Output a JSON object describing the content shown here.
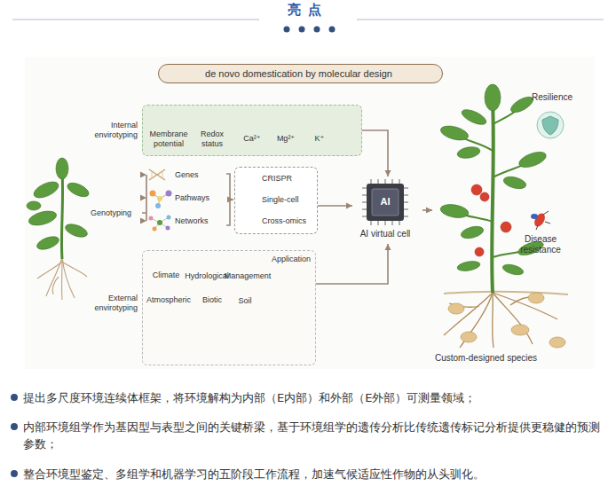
{
  "diagram": {
    "title": "亮点",
    "nodes": [
      {
        "text": [
          "de novo domestication by molecular design"
        ]
      },
      {
        "text": [
          "Internal envirotyping",
          "Membrane potential",
          "Redox status",
          "Ca²⁺",
          "Mg²⁺",
          "K⁺"
        ]
      },
      {
        "text": [
          "Genotyping"
        ]
      },
      {
        "text": [
          "Genes",
          "Pathways",
          "Networks"
        ]
      },
      {
        "text": [
          "CRISPR",
          "Single-cell",
          "Cross-omics"
        ]
      },
      {
        "text": [
          "AI",
          "AI virtual cell"
        ]
      },
      {
        "text": [
          "External envirotyping",
          "Climate",
          "Hydrological",
          "Management",
          "Application",
          "Atmospheric",
          "Biotic",
          "Soil"
        ]
      },
      {
        "text": [
          "Resilience",
          "Disease resistance",
          "Custom-designed species"
        ]
      }
    ],
    "edges": [
      {
        "from": 2,
        "to": 3,
        "arrow": "to"
      },
      {
        "from": 3,
        "to": 4,
        "arrow": "to"
      },
      {
        "from": 4,
        "to": 5,
        "arrow": "to"
      },
      {
        "from": 1,
        "to": 5,
        "arrow": "to"
      },
      {
        "from": 6,
        "to": 5,
        "arrow": "to"
      },
      {
        "from": 5,
        "to": 7,
        "arrow": "to"
      }
    ],
    "labels": [
      "提出多尺度环境连续体框架，将环境解构为内部（E内部）和外部（E外部）可测量领域；",
      "内部环境组学作为基因型与表型之间的关键桥梁，基于环境组学的遗传分析比传统遗传标记分析提供更稳健的预测参数；",
      "整合环境型鉴定、多组学和机器学习的五阶段工作流程，加速气候适应性作物的从头驯化。"
    ]
  }
}
